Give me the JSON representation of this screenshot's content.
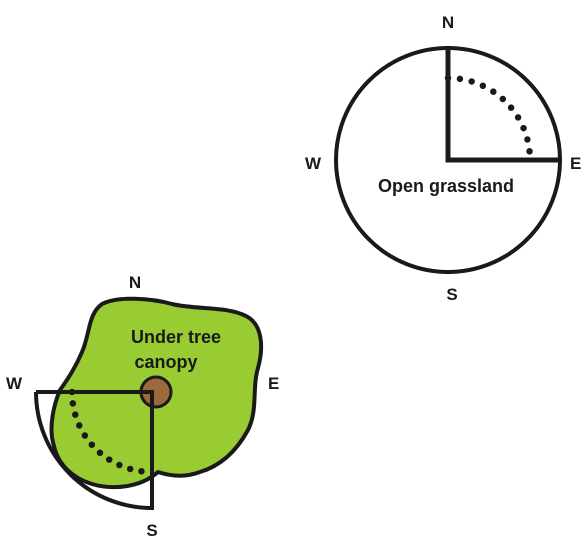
{
  "open_grassland": {
    "label": "Open grassland",
    "compass": {
      "north": "N",
      "south": "S",
      "east": "E",
      "west": "W"
    }
  },
  "tree_canopy": {
    "label_line1": "Under tree",
    "label_line2": "canopy",
    "compass": {
      "north": "N",
      "south": "S",
      "east": "E",
      "west": "W"
    }
  },
  "colors": {
    "outline": "#1a1a1a",
    "canopy_fill": "#99cc33",
    "trunk_fill": "#9b6a3c",
    "background": "#ffffff"
  }
}
